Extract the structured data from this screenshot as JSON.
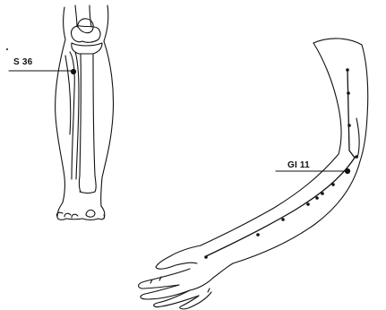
{
  "points": [
    {
      "id": "s36",
      "label": "S 36"
    },
    {
      "id": "gi11",
      "label": "GI 11"
    }
  ],
  "colors": {
    "line": "#111111",
    "background": "#ffffff"
  }
}
